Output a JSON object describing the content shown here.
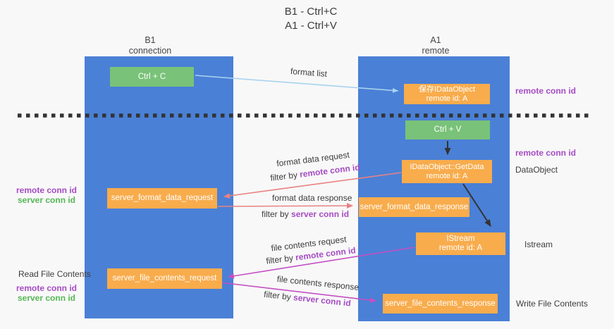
{
  "title": {
    "line1": "B1 - Ctrl+C",
    "line2": "A1 - Ctrl+V"
  },
  "lanes": {
    "left": {
      "name_line": "B1",
      "role_line": "connection"
    },
    "right": {
      "name_line": "A1",
      "role_line": "remote"
    }
  },
  "nodes": {
    "ctrl_c": {
      "label": "Ctrl + C"
    },
    "ctrl_v": {
      "label": "Ctrl + V"
    },
    "saved_idataobject": {
      "line1": "保存IDataObject",
      "line2": "remote id: A"
    },
    "idataobject_getdata": {
      "line1": "IDataObject::GetData",
      "line2": "remote id: A"
    },
    "istream": {
      "line1": "IStream",
      "line2": "remote id: A"
    },
    "server_format_data_request": {
      "label": "server_format_data_request"
    },
    "server_format_data_response": {
      "label": "server_format_data_response"
    },
    "server_file_contents_request": {
      "label": "server_file_contents_request"
    },
    "server_file_contents_response": {
      "label": "server_file_contents_response"
    }
  },
  "flows": {
    "format_list": {
      "label": "format list"
    },
    "format_data_request": {
      "label": "format data request",
      "filter_prefix": "filter by ",
      "filter_key": "remote conn id"
    },
    "format_data_response": {
      "label": "format data response",
      "filter_prefix": "filter by ",
      "filter_key": "server conn id"
    },
    "file_contents_request": {
      "label": "file contents request",
      "filter_prefix": "filter by ",
      "filter_key": "remote conn id"
    },
    "file_contents_response": {
      "label": "file contents response",
      "filter_prefix": "filter by ",
      "filter_key": "server conn id"
    }
  },
  "side_labels": {
    "remote_conn_id_format_top": "remote conn id",
    "remote_conn_id_paste": "remote conn id",
    "dataobject": "DataObject",
    "istream": "Istream",
    "write_file_contents": "Write File Contents",
    "read_file_contents": "Read File Contents",
    "format_left": {
      "remote": "remote conn id",
      "server": "server conn id"
    },
    "file_left": {
      "remote": "remote conn id",
      "server": "server conn id"
    }
  },
  "colors": {
    "lane_blue": "#4a80d6",
    "box_green": "#79c279",
    "box_orange": "#f8ac4c",
    "text_purple": "#a64cc4",
    "text_green": "#55b855",
    "arrow_salmon": "#e88282",
    "arrow_magenta": "#c44fc4",
    "arrow_lightblue": "#a9d3ee",
    "arrow_black": "#333333"
  }
}
